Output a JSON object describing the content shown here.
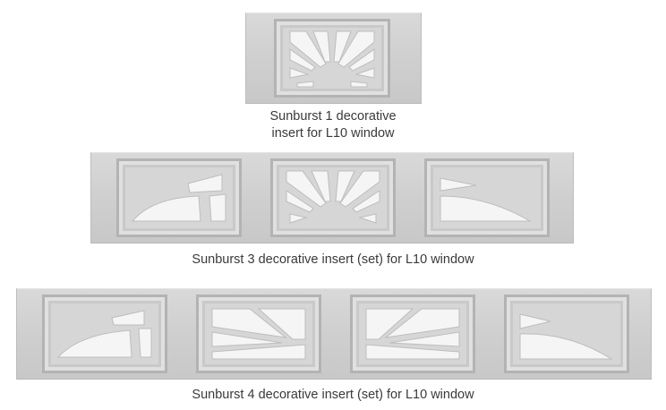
{
  "captions": {
    "sunburst1": [
      "Sunburst 1 decorative",
      "insert for L10 window"
    ],
    "sunburst3": "Sunburst 3 decorative insert (set) for L10 window",
    "sunburst4": "Sunburst 4 decorative insert (set) for L10 window"
  },
  "colors": {
    "background": "#ffffff",
    "panel": "#d0d0d0",
    "frame": "#b4b4b4",
    "glass": "#f4f4f4",
    "muntin": "#c8c8c8",
    "caption_text": "#3a3a3a"
  },
  "icons": [
    "sunburst-1-center-insert",
    "sunburst-3-left-insert",
    "sunburst-3-center-insert",
    "sunburst-3-right-insert",
    "sunburst-4-left-insert",
    "sunburst-4-center-left-insert",
    "sunburst-4-center-right-insert",
    "sunburst-4-right-insert"
  ]
}
